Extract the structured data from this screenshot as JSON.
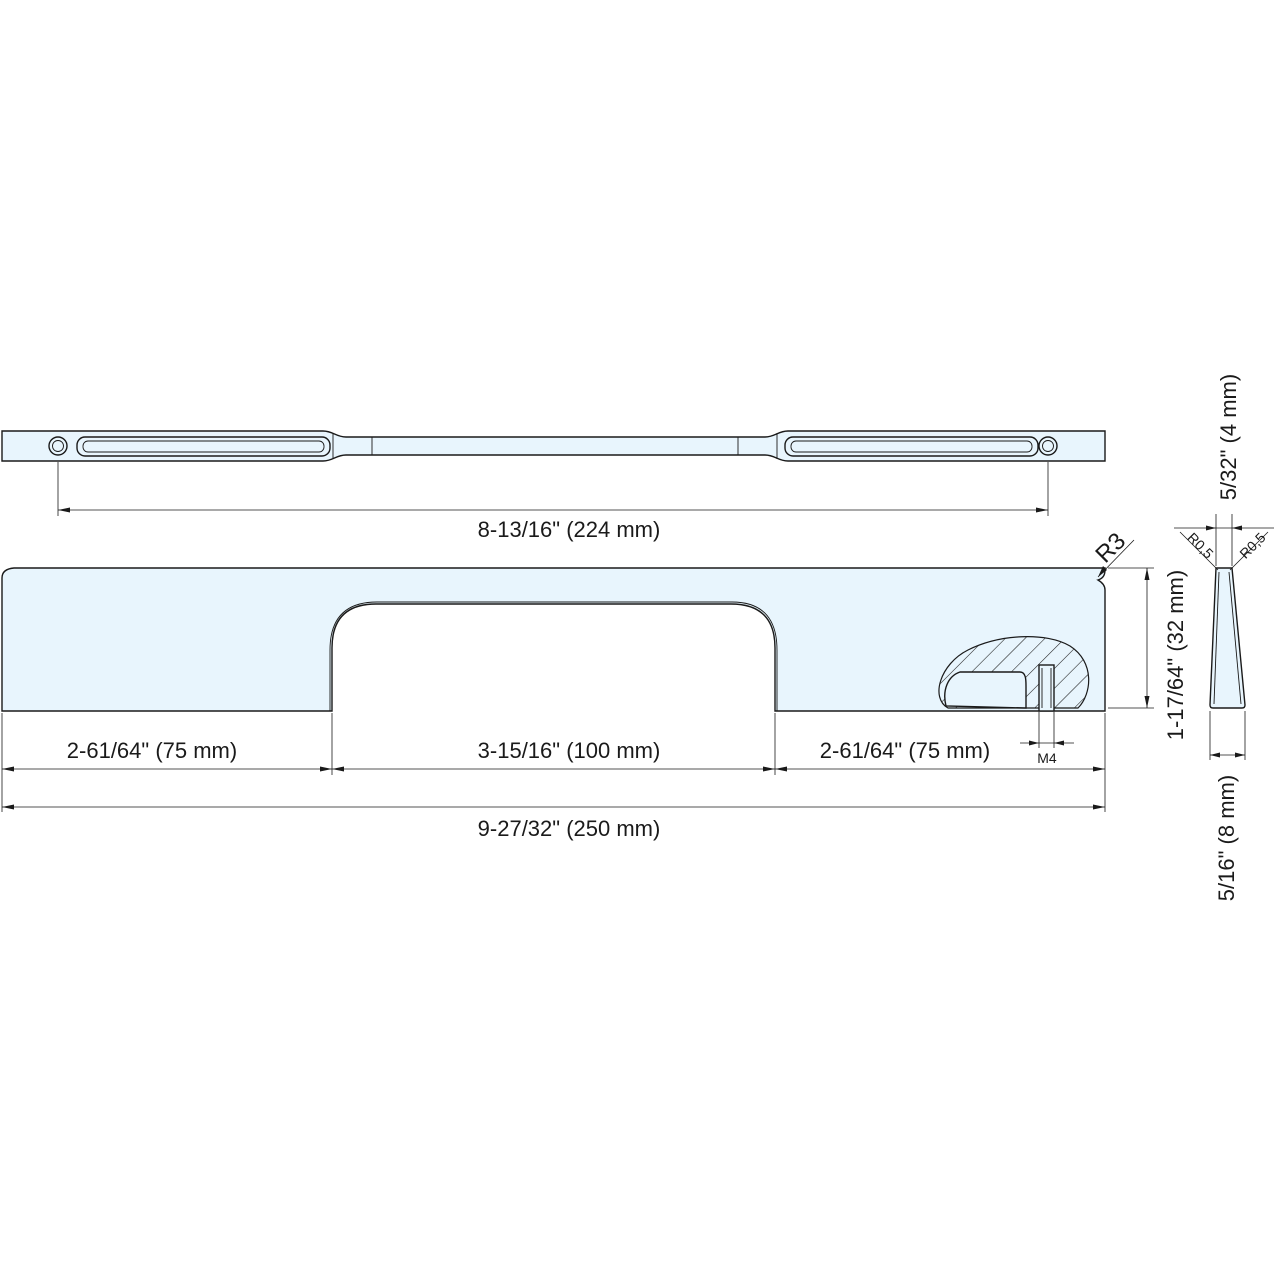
{
  "colors": {
    "part_fill": "#e8f5fd",
    "stroke": "#1a1a1a",
    "background": "#ffffff"
  },
  "dimensions": {
    "hole_spacing": "8-13/16\" (224 mm)",
    "left_segment": "2-61/64\" (75 mm)",
    "center_segment": "3-15/16\" (100 mm)",
    "right_segment": "2-61/64\" (75 mm)",
    "overall_length": "9-27/32\" (250 mm)",
    "height": "1-17/64\" (32 mm)",
    "top_thickness": "5/32\" (4 mm)",
    "bottom_thickness": "5/16\" (8 mm)",
    "corner_radius": "R3",
    "edge_radius_left": "R0,5",
    "edge_radius_right": "R0,5",
    "thread": "M4"
  }
}
